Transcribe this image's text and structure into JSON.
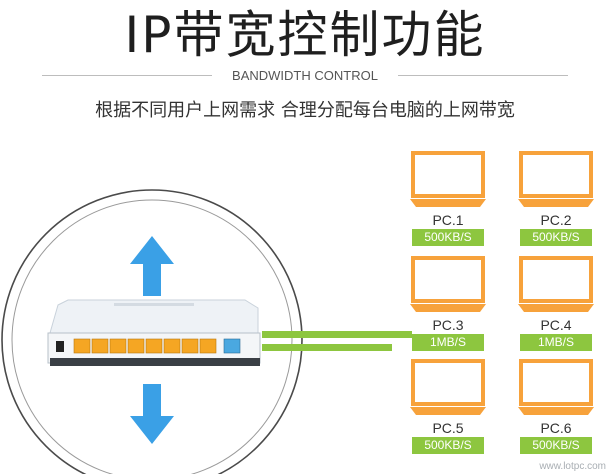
{
  "header": {
    "title": "IP带宽控制功能",
    "subtitle": "BANDWIDTH CONTROL",
    "description": "根据不同用户上网需求  合理分配每台电脑的上网带宽"
  },
  "pcs": [
    {
      "name": "PC.1",
      "bandwidth": "500KB/S"
    },
    {
      "name": "PC.2",
      "bandwidth": "500KB/S"
    },
    {
      "name": "PC.3",
      "bandwidth": "1MB/S"
    },
    {
      "name": "PC.4",
      "bandwidth": "1MB/S"
    },
    {
      "name": "PC.5",
      "bandwidth": "500KB/S"
    },
    {
      "name": "PC.6",
      "bandwidth": "500KB/S"
    }
  ],
  "watermark": "www.lotpc.com",
  "colors": {
    "laptop": "#f7a23b",
    "accent_green": "#8dc63f",
    "arrow_blue": "#3aa0e6",
    "router_body": "#e9eef3",
    "port_orange": "#f5a623"
  }
}
